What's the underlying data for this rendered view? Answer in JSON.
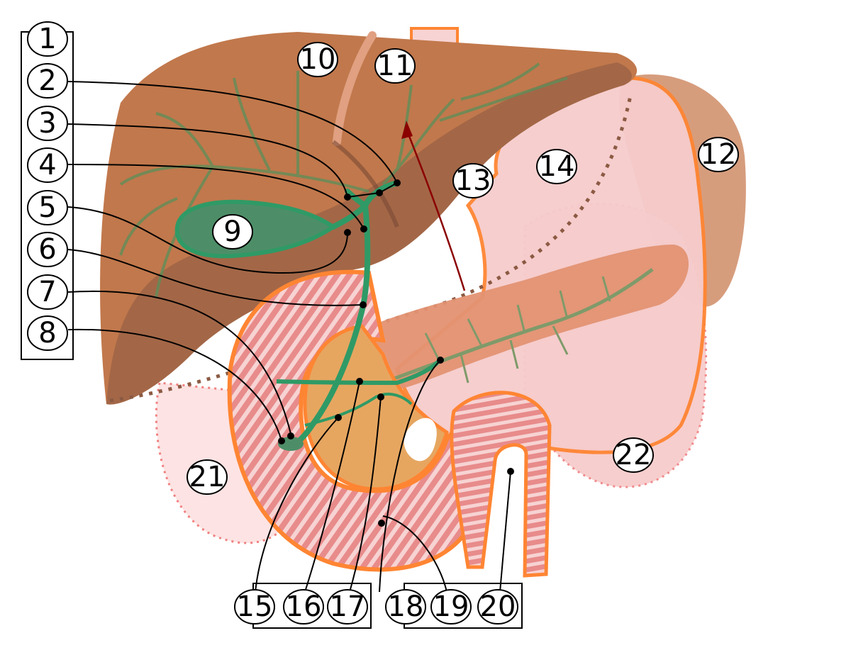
{
  "diagram": {
    "labels": [
      "1",
      "2",
      "3",
      "4",
      "5",
      "6",
      "7",
      "8",
      "9",
      "10",
      "11",
      "12",
      "13",
      "14",
      "15",
      "16",
      "17",
      "18",
      "19",
      "20",
      "21",
      "22"
    ],
    "colors": {
      "liver": "#c1784c",
      "liver_dark": "#8b5a43",
      "bile": "#2f9a66",
      "outline": "#ff8533",
      "stomach": "#f3c3c3",
      "pancreas": "#e39272",
      "spleen": "#d2926f",
      "duodenum": "#e88b8b",
      "duodenum_dark": "#d45a5a",
      "head_pancreas": "#e6a660",
      "arrow": "#8b0000"
    }
  }
}
